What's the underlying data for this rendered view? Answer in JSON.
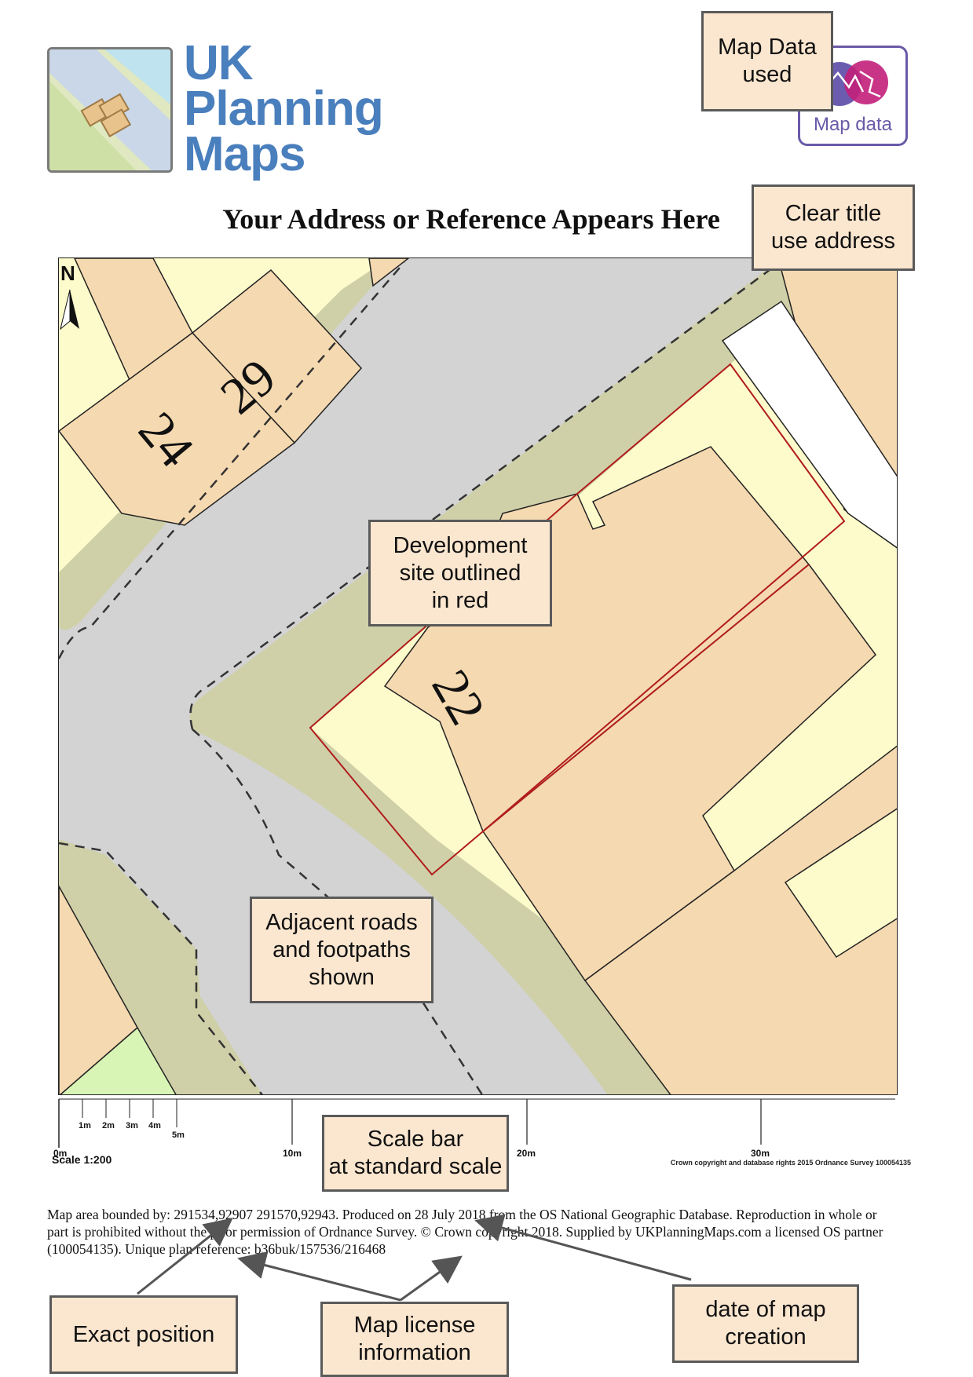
{
  "logo": {
    "lines": [
      "UK",
      "Planning",
      "Maps"
    ],
    "icon": "uk-planning-maps-logo"
  },
  "os_logo": {
    "caption": "Map data",
    "icon": "os-logo"
  },
  "title": "Your Address or Reference Appears Here",
  "map": {
    "north_label": "N",
    "plot_numbers": [
      "29",
      "24",
      "22"
    ],
    "colors": {
      "road": "#d3d3d3",
      "verge": "#cfd0a8",
      "building": "#f5d9b0",
      "garden": "#fdfbcb",
      "green": "#d9f5b5",
      "site_outline": "#b01c1c",
      "white_path": "#ffffff"
    }
  },
  "callouts": {
    "map_data": "Map Data\nused",
    "clear_title": "Clear title\nuse address",
    "development_site": "Development\nsite outlined\nin red",
    "adjacent_roads": "Adjacent roads\nand footpaths\nshown",
    "scale_bar": "Scale bar\nat standard scale",
    "exact_position": "Exact position",
    "map_license": "Map  license\ninformation",
    "date_of_creation": "date of map\ncreation"
  },
  "scale_bar": {
    "small_ticks": [
      "1m",
      "2m",
      "3m",
      "4m",
      "5m"
    ],
    "zero": "0m",
    "major_ticks": [
      "10m",
      "20m",
      "30m"
    ],
    "ratio": "Scale 1:200",
    "copyright": "Crown copyright and database rights 2015 Ordnance Survey 100054135"
  },
  "footer": "Map area bounded by: 291534,92907 291570,92943. Produced on 28 July 2018 from the OS National Geographic Database. Reproduction in whole or part is prohibited without the prior permission of Ordnance Survey. © Crown copyright 2018. Supplied by UKPlanningMaps.com a licensed OS partner (100054135). Unique plan reference: b36buk/157536/216468"
}
